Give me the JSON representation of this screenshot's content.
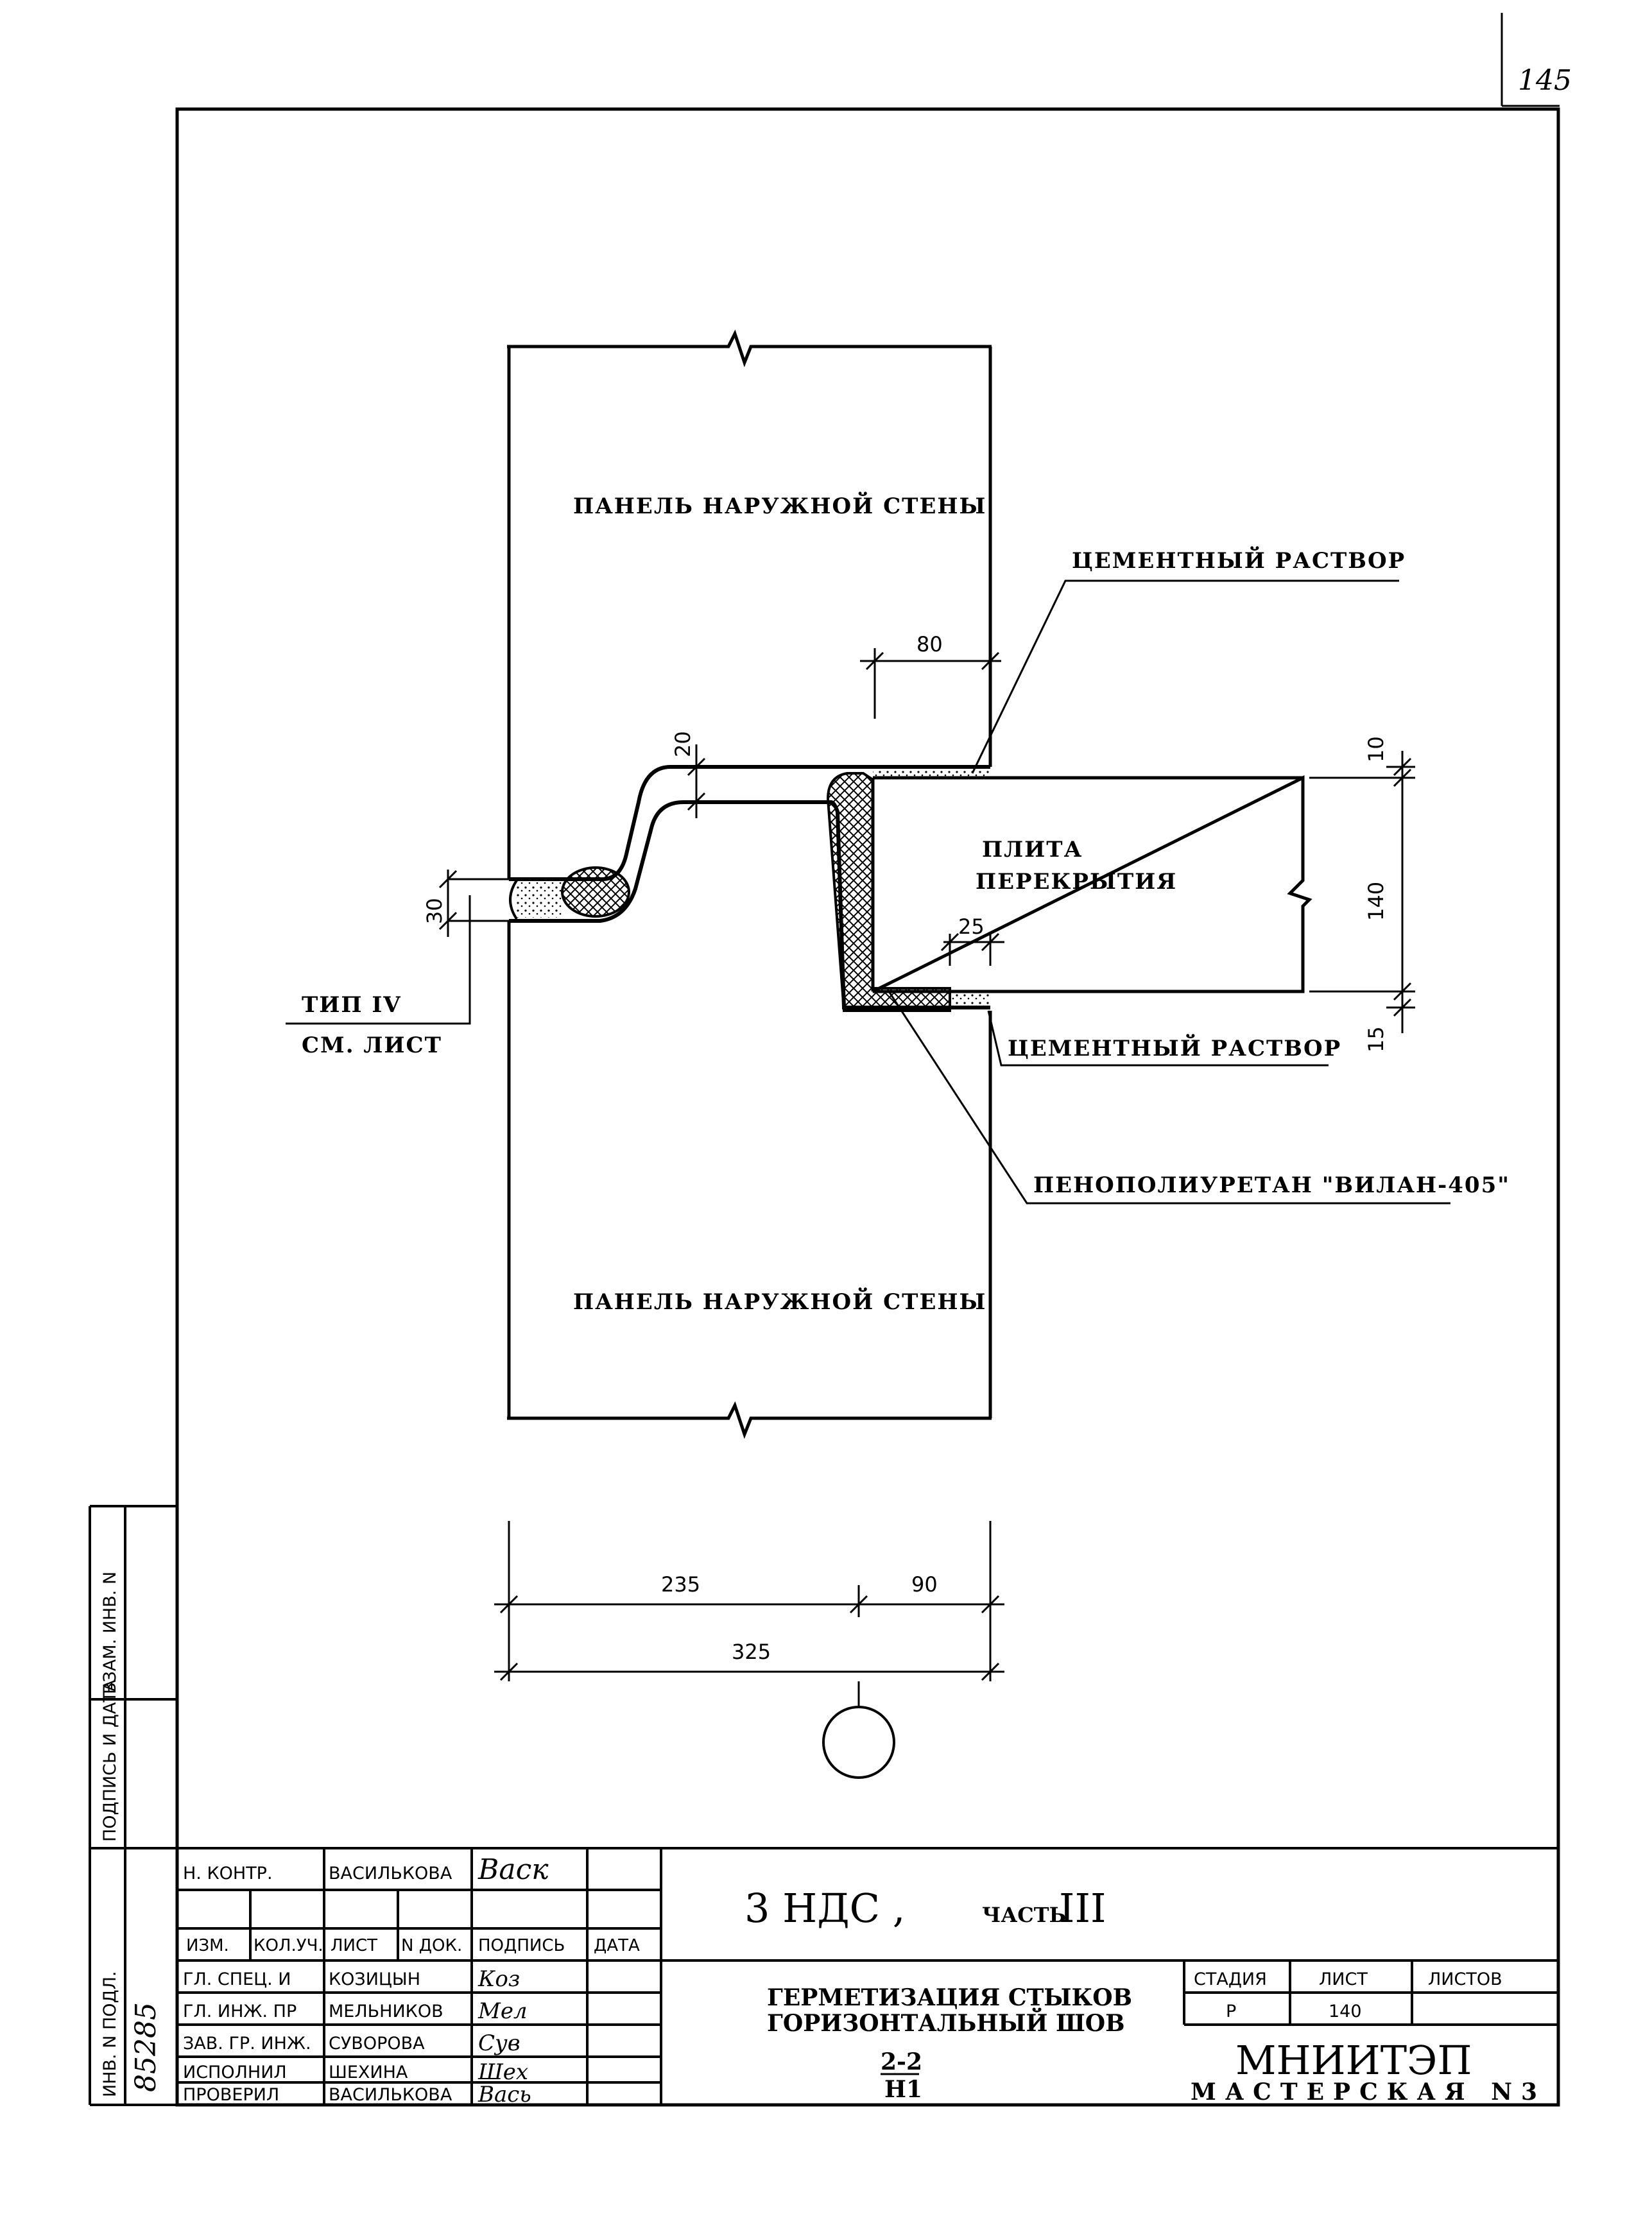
{
  "page_number": "145",
  "labels": {
    "panel_top": "ПАНЕЛЬ НАРУЖНОЙ СТЕНЫ",
    "panel_bottom": "ПАНЕЛЬ НАРУЖНОЙ СТЕНЫ",
    "cement_top": "ЦЕМЕНТНЫЙ РАСТВОР",
    "cement_bottom": "ЦЕМЕНТНЫЙ РАСТВОР",
    "slab_line1": "ПЛИТА",
    "slab_line2": "ПЕРЕКРЫТИЯ",
    "foam": "ПЕНОПОЛИУРЕТАН \"ВИЛАН-405\"",
    "type_line1": "ТИП IV",
    "type_line2": "СМ. ЛИСТ"
  },
  "dimensions": {
    "d80": "80",
    "d20": "20",
    "d30": "30",
    "d25": "25",
    "d10": "10",
    "d140": "140",
    "d15": "15",
    "d235": "235",
    "d90": "90",
    "d325": "325"
  },
  "side_stamps": {
    "vzam": "ВЗАМ. ИНВ. N",
    "podpis": "ПОДПИСЬ И ДАТА",
    "inv": "ИНВ. N ПОДЛ.",
    "inv_value": "85285"
  },
  "title_block": {
    "nkontr_role": "Н. КОНТР.",
    "nkontr_name": "ВАСИЛЬКОВА",
    "nkontr_sign": "Васк",
    "headers": [
      "ИЗМ.",
      "КОЛ.УЧ.",
      "ЛИСТ",
      "N ДОК.",
      "ПОДПИСЬ",
      "ДАТА"
    ],
    "people": [
      {
        "role": "ГЛ. СПЕЦ. И",
        "name": "КОЗИЦЫН",
        "sign": "Коз"
      },
      {
        "role": "ГЛ. ИНЖ. ПР",
        "name": "МЕЛЬНИКОВ",
        "sign": "Мел"
      },
      {
        "role": "ЗАВ. ГР. ИНЖ.",
        "name": "СУВОРОВА",
        "sign": "Сув"
      },
      {
        "role": "ИСПОЛНИЛ",
        "name": "ШЕХИНА",
        "sign": "Шех"
      },
      {
        "role": "ПРОВЕРИЛ",
        "name": "ВАСИЛЬКОВА",
        "sign": "Вась"
      }
    ],
    "project_main": "3 НДС ,",
    "project_part_prefix": "ЧАСТЬ",
    "project_part": "III",
    "drawing_title1": "ГЕРМЕТИЗАЦИЯ СТЫКОВ",
    "drawing_title2": "ГОРИЗОНТАЛЬНЫЙ ШОВ",
    "section_num": "2-2",
    "section_den": "Н1",
    "stage_label": "СТАДИЯ",
    "sheet_label": "ЛИСТ",
    "sheets_label": "ЛИСТОВ",
    "stage_value": "Р",
    "sheet_value": "140",
    "sheets_value": "",
    "org": "МНИИТЭП",
    "workshop": "МАСТЕРСКАЯ N3"
  }
}
